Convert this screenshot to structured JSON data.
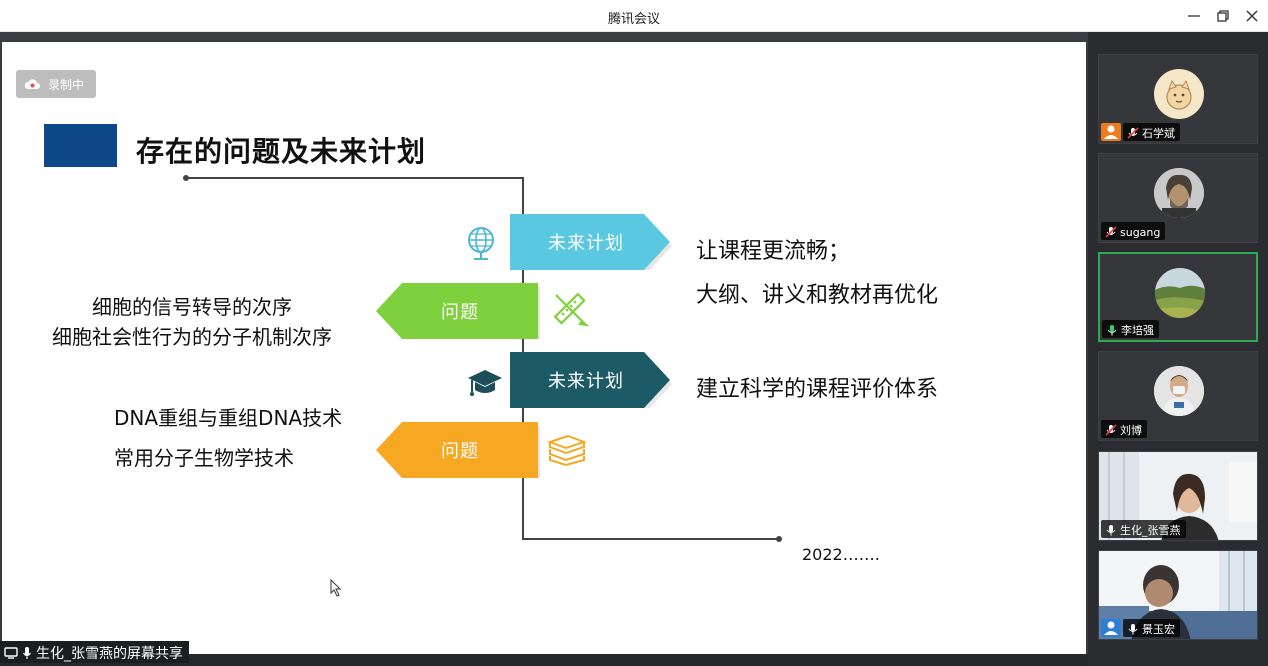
{
  "window": {
    "title": "腾讯会议"
  },
  "recording": {
    "label": "录制中"
  },
  "slide": {
    "title": "存在的问题及未来计划",
    "steps": [
      {
        "label": "未来计划",
        "kind": "plan",
        "color": "#5ac8e0",
        "icon": "globe-icon",
        "description_lines": [
          "让课程更流畅；",
          "大纲、讲义和教材再优化"
        ]
      },
      {
        "label": "问题",
        "kind": "problem",
        "color": "#7ed13c",
        "icon": "ruler-pencil-icon",
        "description_lines": [
          "细胞的信号转导的次序",
          "细胞社会性行为的分子机制次序"
        ]
      },
      {
        "label": "未来计划",
        "kind": "plan",
        "color": "#1c5a66",
        "icon": "graduation-cap-icon",
        "description_lines": [
          "建立科学的课程评价体系"
        ]
      },
      {
        "label": "问题",
        "kind": "problem",
        "color": "#f7a823",
        "icon": "books-icon",
        "description_lines": [
          "DNA重组与重组DNA技术",
          "常用分子生物学技术"
        ]
      }
    ],
    "year": "2022……."
  },
  "share": {
    "label": "生化_张雪燕的屏幕共享"
  },
  "participants": [
    {
      "name": "石学斌",
      "host": true,
      "muted": true,
      "avatar": "cartoon-avatar"
    },
    {
      "name": "sugang",
      "host": false,
      "muted": true,
      "avatar": "photo-avatar"
    },
    {
      "name": "李培强",
      "host": false,
      "muted": false,
      "speaking": true,
      "avatar": "landscape-avatar"
    },
    {
      "name": "刘博",
      "host": false,
      "muted": true,
      "avatar": "photo-avatar"
    },
    {
      "name": "生化_张雪燕",
      "host": false,
      "muted": false,
      "avatar": "video"
    },
    {
      "name": "景玉宏",
      "host": true,
      "muted": false,
      "avatar": "video"
    }
  ]
}
